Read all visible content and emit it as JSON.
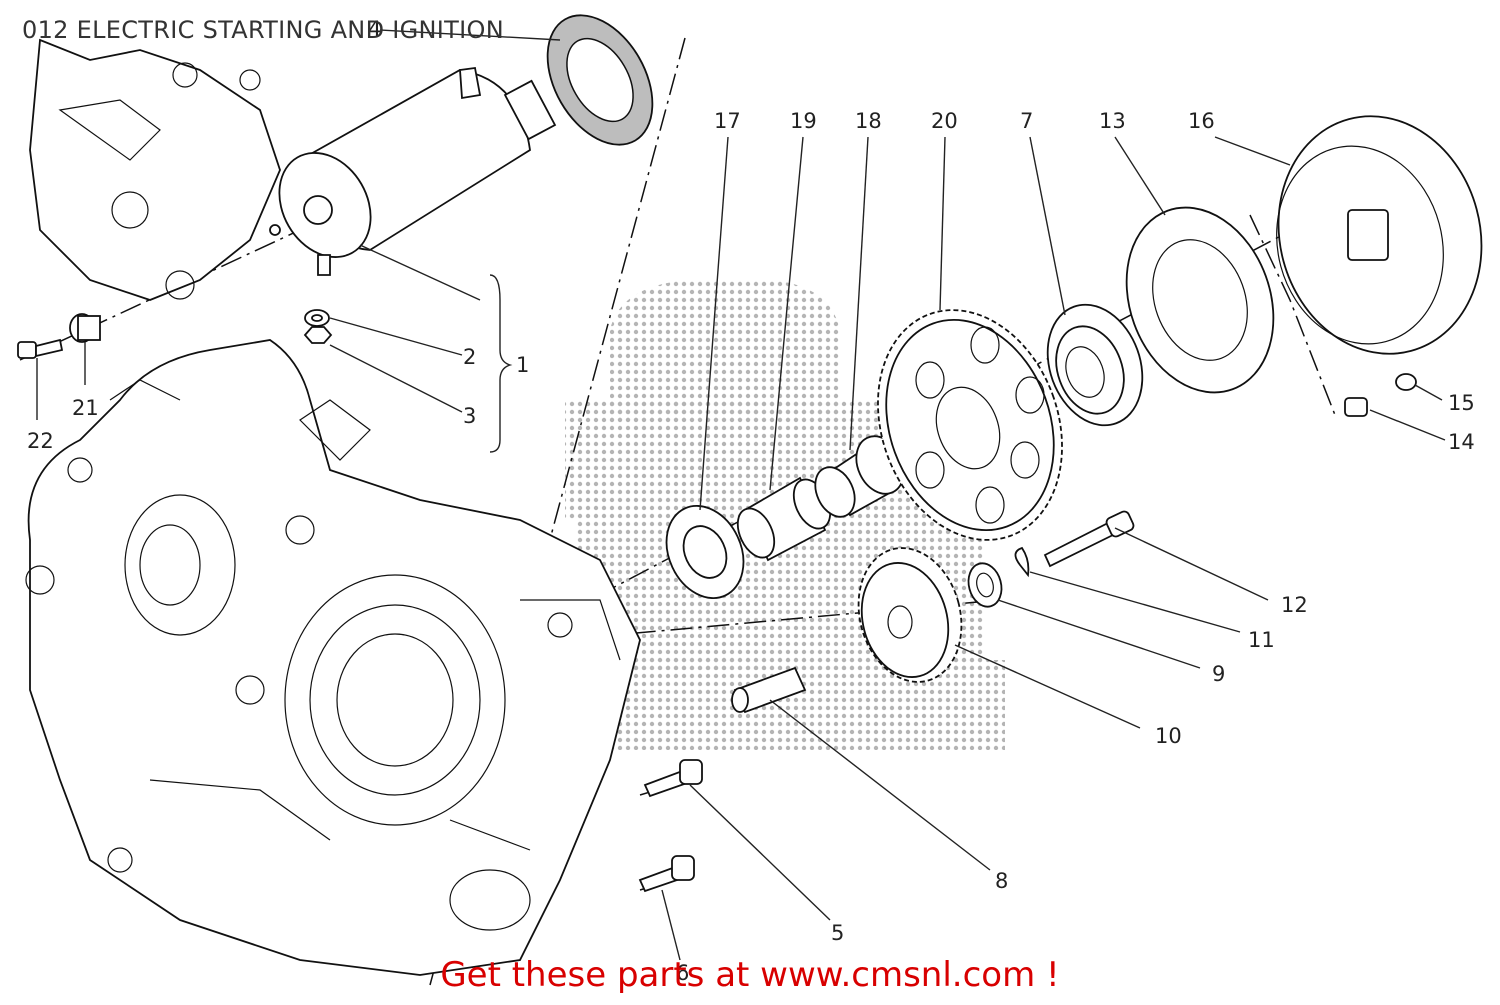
{
  "title": "012 ELECTRIC STARTING AND IGNITION",
  "promo": "Get these parts at www.cmsnl.com !",
  "callouts": [
    {
      "id": "c1",
      "text": "1"
    },
    {
      "id": "c2",
      "text": "2"
    },
    {
      "id": "c3",
      "text": "3"
    },
    {
      "id": "c4",
      "text": "4"
    },
    {
      "id": "c5",
      "text": "5"
    },
    {
      "id": "c6",
      "text": "6"
    },
    {
      "id": "c7",
      "text": "7"
    },
    {
      "id": "c8",
      "text": "8"
    },
    {
      "id": "c9",
      "text": "9"
    },
    {
      "id": "c10",
      "text": "10"
    },
    {
      "id": "c11",
      "text": "11"
    },
    {
      "id": "c12",
      "text": "12"
    },
    {
      "id": "c13",
      "text": "13"
    },
    {
      "id": "c14",
      "text": "14"
    },
    {
      "id": "c15",
      "text": "15"
    },
    {
      "id": "c16",
      "text": "16"
    },
    {
      "id": "c17",
      "text": "17"
    },
    {
      "id": "c18",
      "text": "18"
    },
    {
      "id": "c19",
      "text": "19"
    },
    {
      "id": "c20",
      "text": "20"
    },
    {
      "id": "c21",
      "text": "21"
    },
    {
      "id": "c22",
      "text": "22"
    }
  ],
  "colors": {
    "promo": "#d80000",
    "ink": "#222222",
    "watermark": "#9a9a9a"
  }
}
